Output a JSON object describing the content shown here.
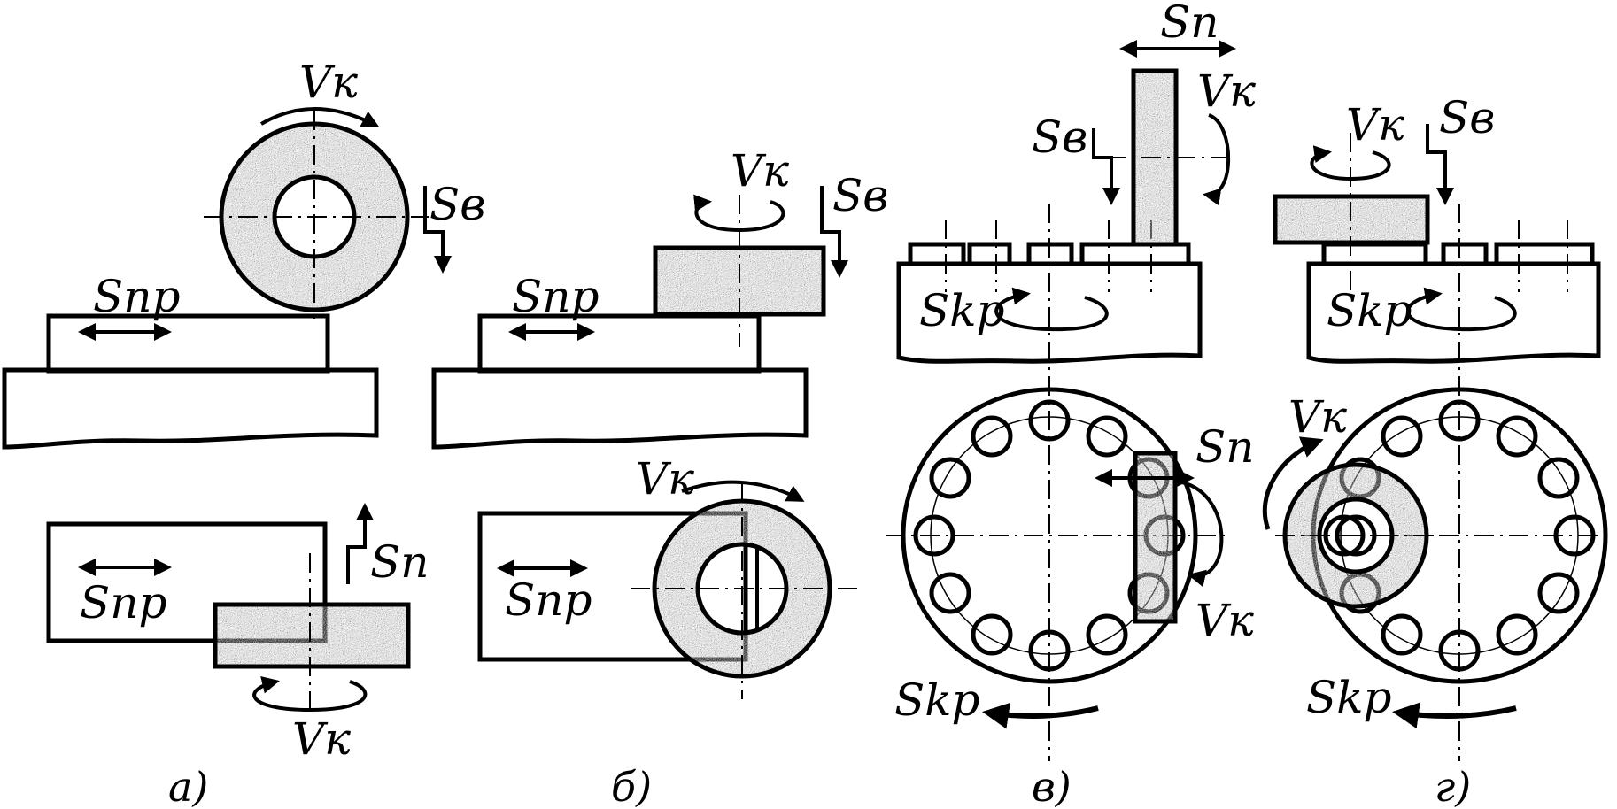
{
  "labels": {
    "vk": "Vк",
    "sv": "Sв",
    "snp": "Snp",
    "sn": "Sn",
    "skp": "Skp"
  },
  "captions": {
    "a": "а)",
    "b": "б)",
    "v": "в)",
    "g": "г)"
  },
  "colors": {
    "ink": "#000000",
    "background": "#ffffff",
    "abrasive_fill": "grainy gray texture"
  }
}
